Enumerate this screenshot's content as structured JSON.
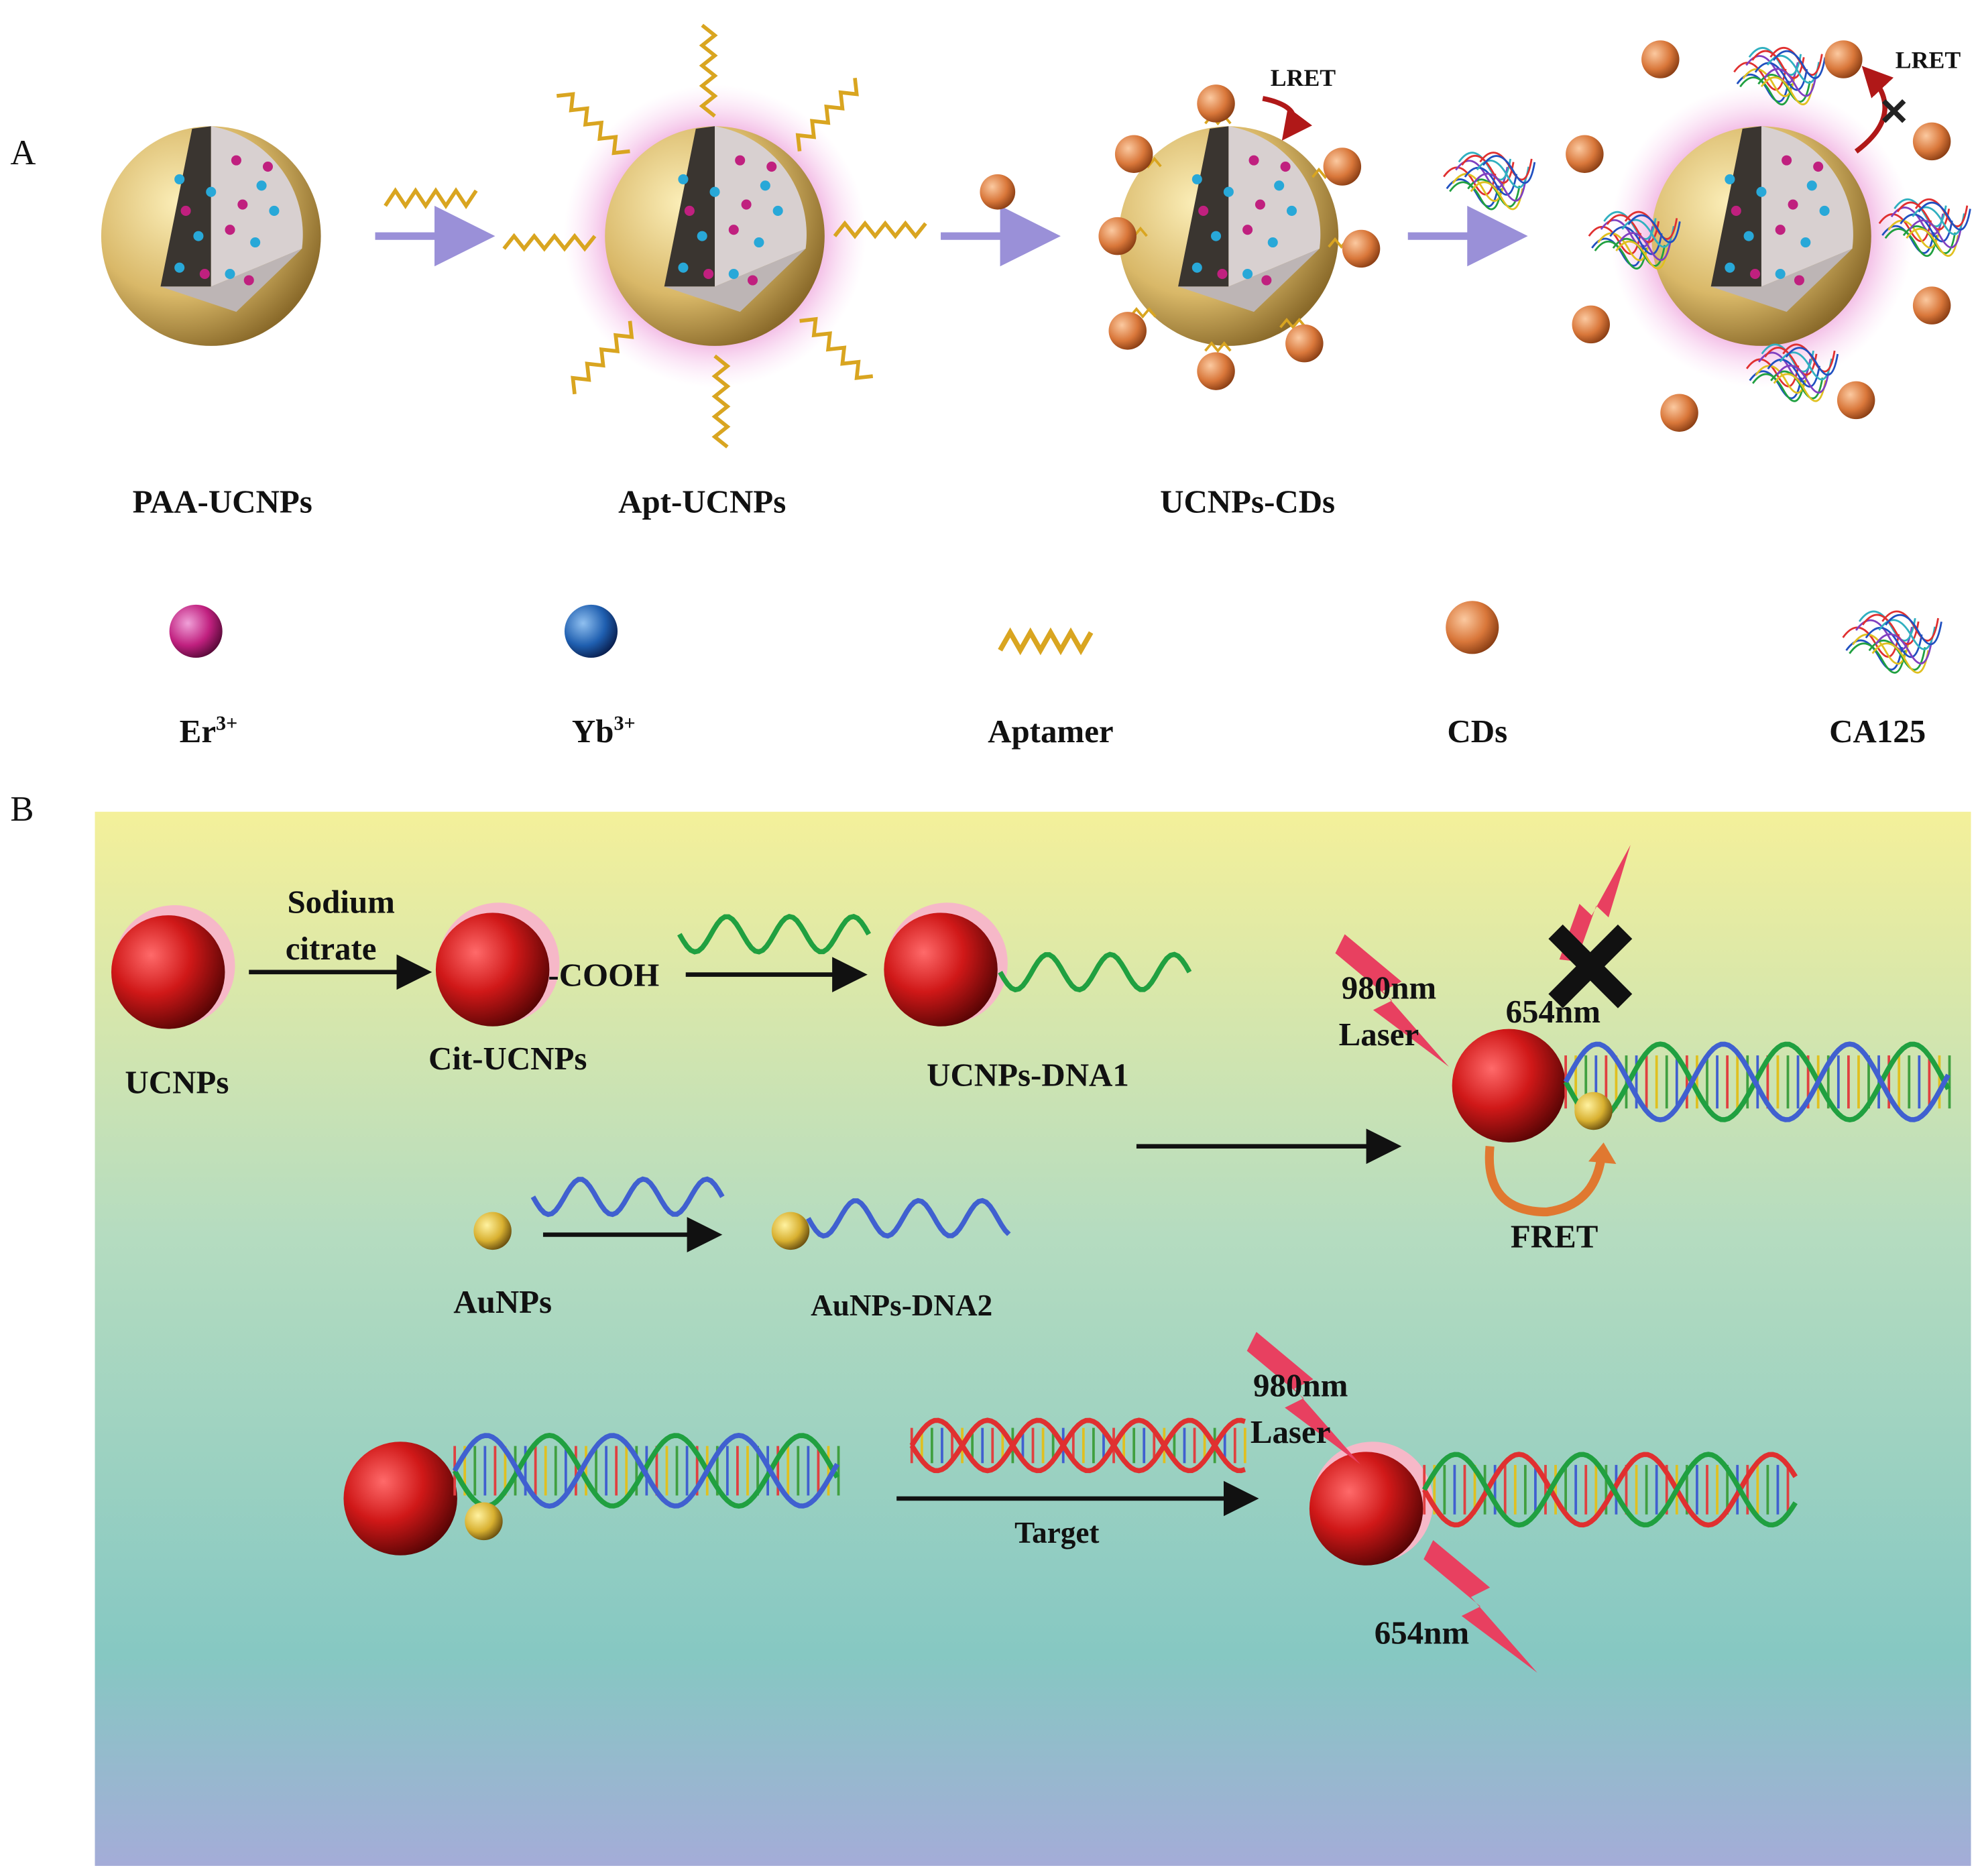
{
  "panel_a": {
    "letter": "A",
    "stages": [
      "PAA-UCNPs",
      "Apt-UCNPs",
      "UCNPs-CDs"
    ],
    "lret_labels": [
      "LRET",
      "LRET"
    ],
    "legend": [
      {
        "label": "Er",
        "sup": "3+",
        "color": "#c0207f"
      },
      {
        "label": "Yb",
        "sup": "3+",
        "color": "#1f5fb0"
      },
      {
        "label": "Aptamer",
        "color": "#d9a520"
      },
      {
        "label": "CDs",
        "color": "#d9773a"
      },
      {
        "label": "CA125"
      }
    ]
  },
  "panel_b": {
    "letter": "B",
    "sodium_citrate": [
      "Sodium",
      "citrate"
    ],
    "cooh": "-COOH",
    "ucnps": "UCNPs",
    "cit_ucnps": "Cit-UCNPs",
    "ucnps_dna1": "UCNPs-DNA1",
    "aunps": "AuNPs",
    "aunps_dna2": "AuNPs-DNA2",
    "laser_top": [
      "980nm",
      "Laser"
    ],
    "emission_top": "654nm",
    "fret": "FRET",
    "target": "Target",
    "laser_bottom": [
      "980nm",
      "Laser"
    ],
    "emission_bottom": "654nm",
    "background_colors": [
      "#f4f09a",
      "#b5dcc0",
      "#86c8c2",
      "#a4acd8"
    ]
  }
}
